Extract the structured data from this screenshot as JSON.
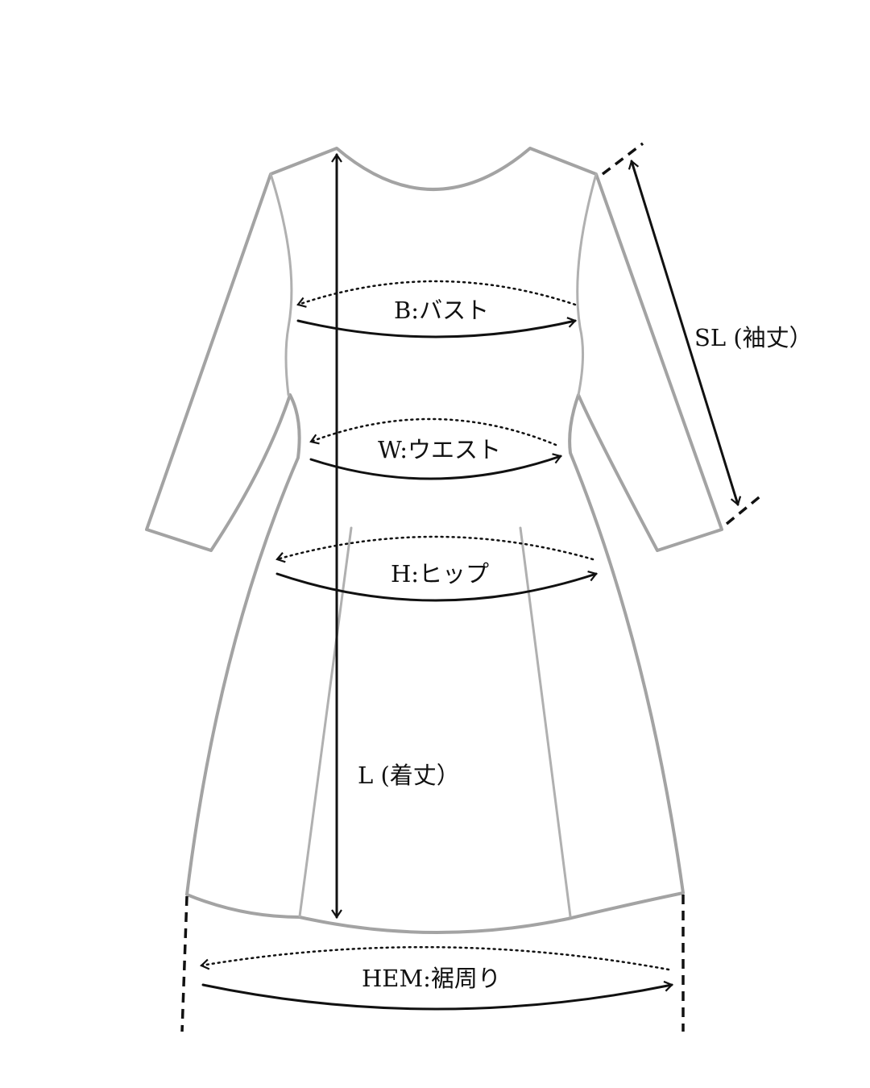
{
  "labels": {
    "bust": "B:バスト",
    "waist": "W:ウエスト",
    "hip": "H:ヒップ",
    "length": "L (着丈）",
    "sleeve": "SL (袖丈）",
    "hem": "HEM:裾周り"
  }
}
